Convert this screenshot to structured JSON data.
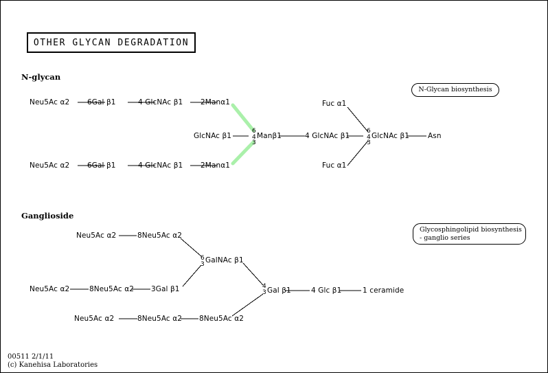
{
  "map": {
    "title": "OTHER GLYCAN DEGRADATION",
    "sections": {
      "nglycan": "N-glycan",
      "ganglioside": "Ganglioside"
    },
    "links": {
      "nglycan_biosynthesis": "N-Glycan biosynthesis",
      "gsl_line1": "Glycosphingolipid biosynthesis",
      "gsl_line2": "- ganglio series"
    },
    "footer": {
      "id_date": "00511 2/1/11",
      "copyright": "(c) Kanehisa Laboratories"
    },
    "colors": {
      "background": "#ffffff",
      "line": "#000000",
      "highlight": "#aaf0aa",
      "text": "#000000"
    }
  },
  "nglycan": {
    "upper_chain": [
      "Neu5Ac α2",
      "6Gal β1",
      "4 GlcNAc β1",
      "2Manα1"
    ],
    "lower_chain": [
      "Neu5Ac α2",
      "6Gal β1",
      "4 GlcNAc β1",
      "2Manα1"
    ],
    "bisecting": "GlcNAc β1",
    "core_man": "Manβ1",
    "core_man_numbers": [
      "6",
      "4",
      "3"
    ],
    "core_glcnac_inner": "4 GlcNAc β1",
    "core_glcnac_outer": "GlcNAc β1",
    "core_glcnac_outer_numbers": [
      "6",
      "4",
      "3"
    ],
    "asn": "Asn",
    "fuc_upper": "Fuc α1",
    "fuc_lower": "Fuc α1"
  },
  "ganglioside": {
    "row1": [
      "Neu5Ac α2",
      "8Neu5Ac α2"
    ],
    "row2": [
      "Neu5Ac α2",
      "8Neu5Ac α2",
      "3Gal β1"
    ],
    "row3": [
      "Neu5Ac α2",
      "8Neu5Ac α2",
      "8Neu5Ac α2"
    ],
    "galnac": "GalNAc β1",
    "galnac_numbers": [
      "6",
      "3"
    ],
    "gal": "Gal β1",
    "gal_numbers": [
      "4",
      "3"
    ],
    "glc": "4 Glc β1",
    "ceramide": "1 ceramide"
  }
}
